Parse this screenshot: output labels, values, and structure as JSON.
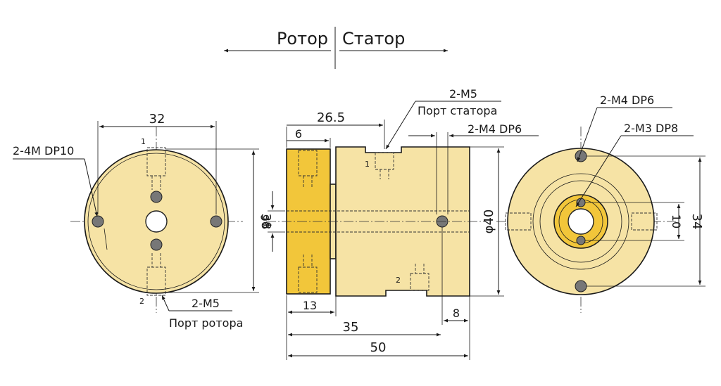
{
  "header": {
    "rotor": "Ротор",
    "stator": "Статор"
  },
  "left_view": {
    "dim_width": "32",
    "dim_height": "38",
    "callout_mount": "2-4M DP10",
    "callout_rotor_port": "2-M5",
    "rotor_port_label": "Порт ротора",
    "port_1": "1",
    "port_2": "2"
  },
  "side_view": {
    "dim_rotor_len": "6",
    "dim_stator_offset": "26.5",
    "dim_bore": "φ6",
    "dim_diameter": "φ40",
    "dim_rotor_width": "13",
    "dim_mount_pos": "8",
    "dim_35": "35",
    "dim_total": "50",
    "callout_stator_port": "2-M5",
    "stator_port_label": "Порт статора",
    "callout_m4": "2-M4 DP6",
    "port_1": "1",
    "port_2": "2"
  },
  "right_view": {
    "callout_m4": "2-M4 DP6",
    "callout_m3": "2-M3 DP8",
    "dim_10": "10",
    "dim_34": "34"
  },
  "colors": {
    "body": "#f6e3a5",
    "rotor": "#f2c63a",
    "line": "#1a1a1a"
  }
}
